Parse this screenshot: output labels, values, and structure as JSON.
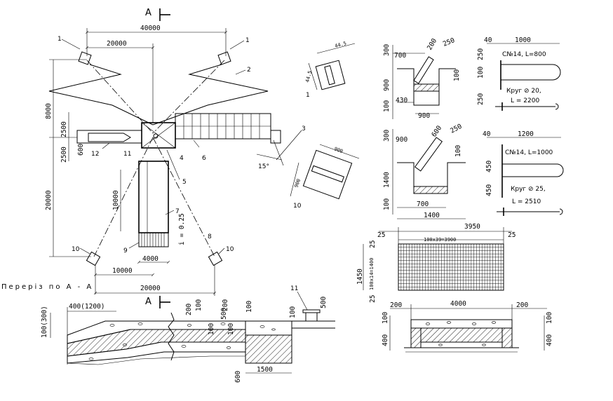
{
  "section_marks": {
    "a_top": "А",
    "a_bottom": "А"
  },
  "section_caption": "Переріз по А - А",
  "plan": {
    "dims": {
      "width_total": "40000",
      "half_top": "20000",
      "left_height": "8000",
      "d2500_a": "2500",
      "d2500_b": "2500",
      "d600": "600",
      "d20000_vert": "20000",
      "d10000_vert": "10000",
      "d4000": "4000",
      "d10000_bottom": "10000",
      "d20000_bottom": "20000",
      "angle": "15°",
      "slope": "i = 0.25"
    },
    "callouts": [
      "1",
      "1",
      "2",
      "3",
      "4",
      "5",
      "6",
      "7",
      "8",
      "9",
      "10",
      "10",
      "11",
      "12"
    ]
  },
  "details_left": {
    "top_dims": [
      "44.5",
      "44.5"
    ],
    "top_callout": "1",
    "bottom_dims": [
      "900",
      "900"
    ],
    "bottom_callout": "10"
  },
  "anchor_top": {
    "dims": [
      "250",
      "700",
      "300",
      "200",
      "900",
      "100",
      "430",
      "900",
      "100"
    ],
    "bar_dims": [
      "40",
      "1000",
      "100",
      "250",
      "250"
    ],
    "channel": "С№14, L=800",
    "round": "Круг ⊘ 20,",
    "length": "L = 2200"
  },
  "anchor_bottom": {
    "dims": [
      "250",
      "900",
      "300",
      "1400",
      "100",
      "700",
      "1400",
      "100",
      "600"
    ],
    "bar_dims": [
      "40",
      "1200",
      "450",
      "450"
    ],
    "channel": "С№14, L=1000",
    "round": "Круг ⊘ 25,",
    "length": "L = 2510"
  },
  "mesh": {
    "width": "3950",
    "left_margin": "25",
    "right_margin": "25",
    "top_left": "25",
    "bottom_left": "25",
    "cells_h": "100x39=3900",
    "height": "1450",
    "cells_v": "100x14=1400"
  },
  "section_aa": {
    "dims": [
      "400(1200)",
      "100(300)",
      "200",
      "100",
      "200",
      "100",
      "100",
      "100",
      "500",
      "1500",
      "500",
      "100",
      "600"
    ],
    "callout": "11"
  },
  "section_right": {
    "dims": [
      "200",
      "4000",
      "200",
      "100",
      "400",
      "100",
      "400"
    ]
  }
}
